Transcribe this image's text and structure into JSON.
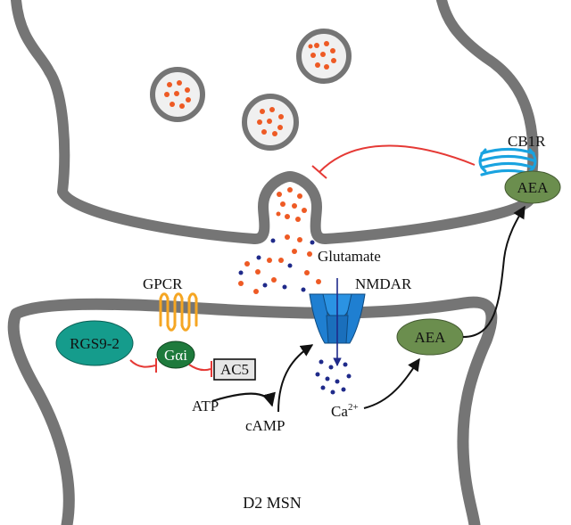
{
  "labels": {
    "cb1r": "CB1R",
    "aea_presynaptic": "AEA",
    "glutamate": "Glutamate",
    "gpcr": "GPCR",
    "nmdar": "NMDAR",
    "rgs9_2": "RGS9-2",
    "galpha_i": "Gαi",
    "ac5": "AC5",
    "atp": "ATP",
    "camp": "cAMP",
    "calcium": "Ca",
    "calcium_charge": "2+",
    "aea_postsynaptic": "AEA",
    "neuron_type": "D2 MSN"
  },
  "colors": {
    "membrane": "#757575",
    "membrane_inner": "#dddddd",
    "vesicle_fill": "#f0f0f0",
    "glutamate_dot": "#ee5a24",
    "calcium_dot": "#1f2a8a",
    "inhibition": "#e53935",
    "cb1r": "#19a3e0",
    "gpcr": "#f5a623",
    "nmdar": "#1f7fd1",
    "aea": "#6b8e4e",
    "rgs9_2": "#159c8c",
    "galpha_i": "#1e7a3c",
    "ac5": "#e6e6e6"
  }
}
